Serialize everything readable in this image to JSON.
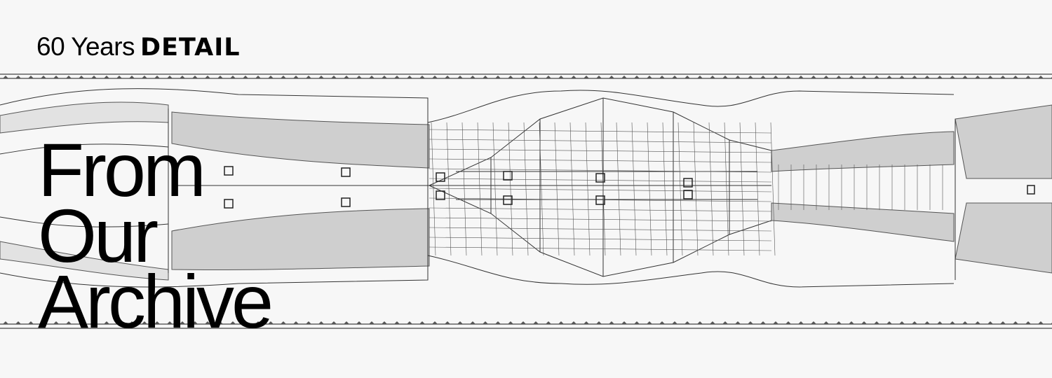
{
  "kicker": {
    "prefix": "60 Years",
    "brand": "DETAIL"
  },
  "headline": {
    "lines": [
      "From",
      "Our",
      "Archive"
    ]
  },
  "colors": {
    "background": "#f7f7f7",
    "ink": "#000000",
    "hatch": "#c8c8c8",
    "line": "#333333"
  }
}
